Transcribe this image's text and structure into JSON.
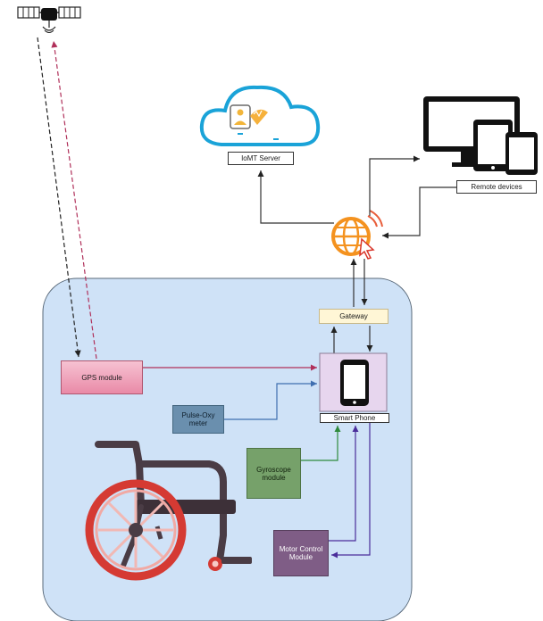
{
  "labels": {
    "iomt_server": "IoMT Server",
    "remote_devices": "Remote devices",
    "gateway": "Gateway",
    "gps_module": "GPS module",
    "smart_phone": "Smart Phone",
    "pulse_oxy": "Pulse-Oxy\nmeter",
    "gyroscope": "Gyroscope\nmodule",
    "motor_control": "Motor Control\nModule"
  },
  "colors": {
    "panel": "#cfe2f7",
    "satellite_downlink": "#222222",
    "satellite_uplink": "#b0305a",
    "gps_link": "#b0305a",
    "pulse_link": "#3f6fb0",
    "gyro_link": "#2f8a3c",
    "motor_link": "#4a2d9a",
    "network_link": "#333333"
  },
  "icons": [
    "satellite-icon",
    "cloud-icon",
    "globe-network-icon",
    "monitor-icon",
    "tablet-icon",
    "phone-icon",
    "smartphone-icon",
    "wheelchair-icon"
  ]
}
